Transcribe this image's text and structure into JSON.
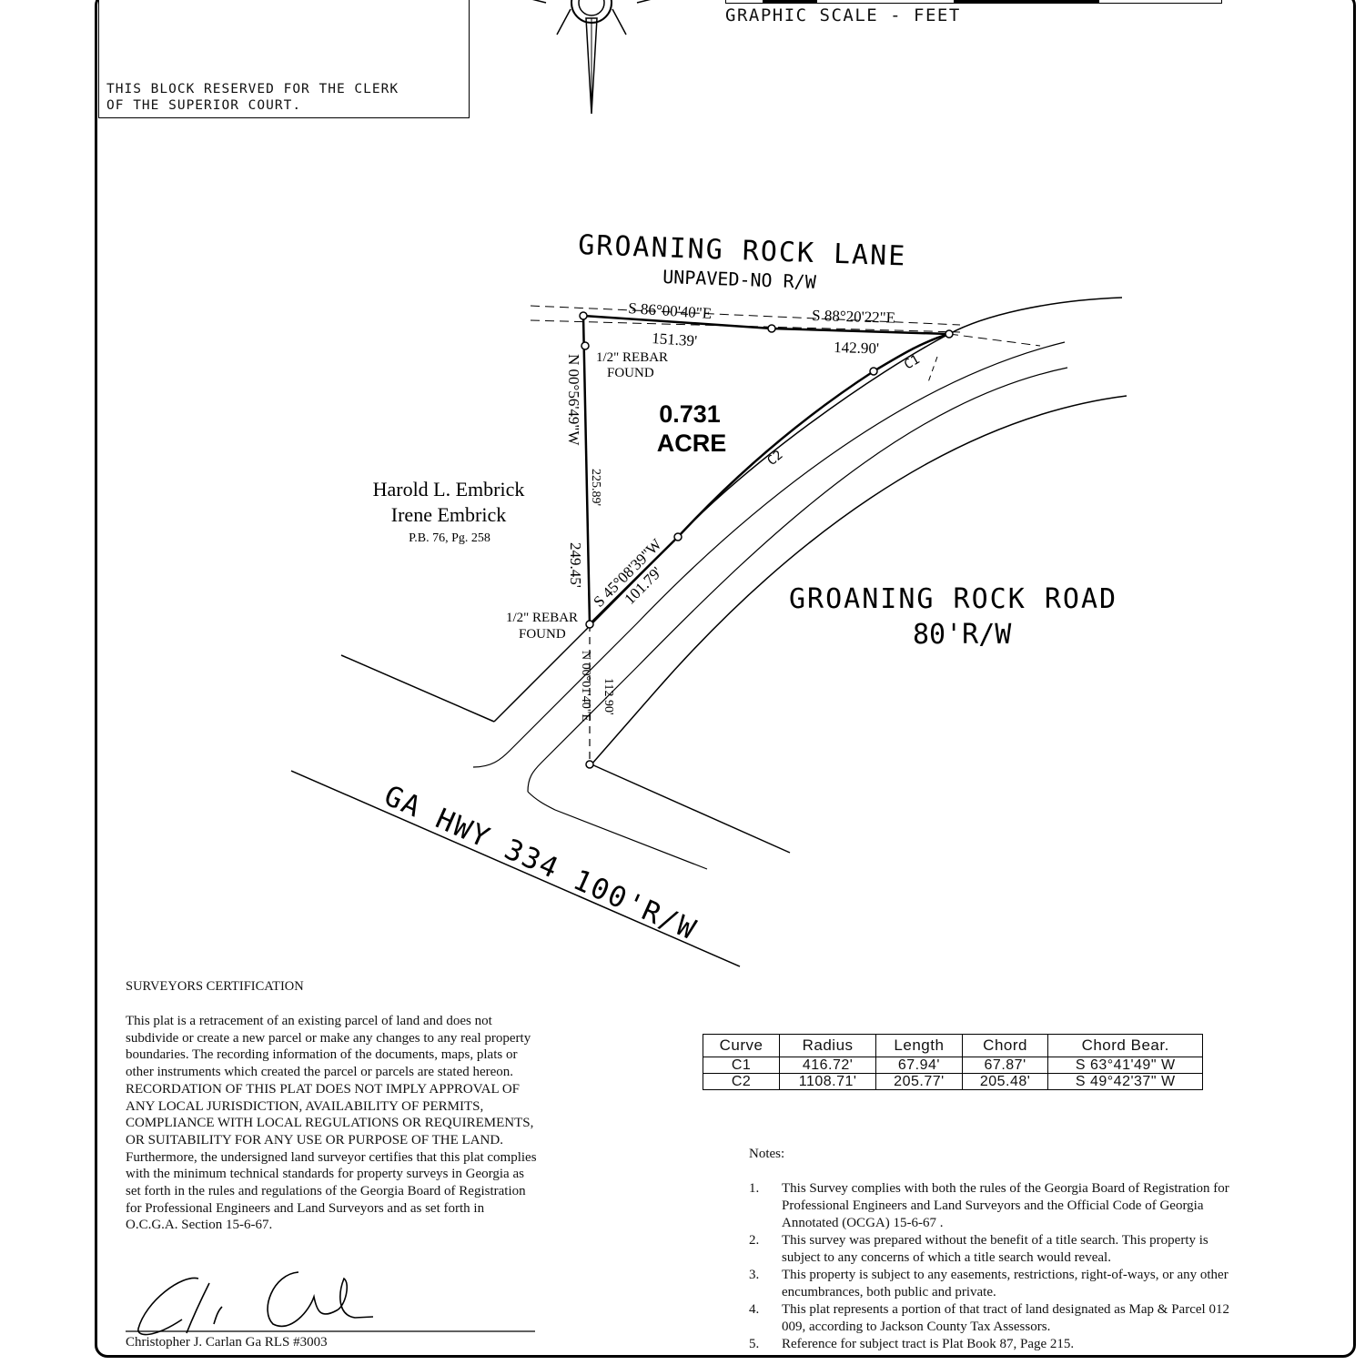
{
  "clerk_block": {
    "line1": "THIS BLOCK RESERVED FOR THE CLERK",
    "line2": "OF THE SUPERIOR COURT."
  },
  "graphic_scale": {
    "label": "GRAPHIC SCALE  -  FEET"
  },
  "plat": {
    "lane_name": "GROANING ROCK LANE",
    "lane_note": "UNPAVED-NO R/W",
    "road_name": "GROANING ROCK ROAD",
    "road_rw": "80'R/W",
    "highway": "GA HWY 334 100'R/W",
    "area_value": "0.731",
    "area_unit": "ACRE",
    "owner1": "Harold L. Embrick",
    "owner2": "Irene Embrick",
    "owner_ref": "P.B. 76, Pg. 258",
    "bearing_north1": "S 86°00'40\"E",
    "dist_north1": "151.39'",
    "bearing_north2": "S 88°20'22\"E",
    "dist_north2": "142.90'",
    "bearing_west": "N 00°56'49\"W",
    "dist_west_seg": "225.89'",
    "dist_west_total": "249.45'",
    "bearing_south": "S 45°08'39\"W",
    "dist_south": "101.79'",
    "bearing_tie": "N 00°01'40\"E",
    "dist_tie": "112.90'",
    "curve1_label": "C1",
    "curve2_label": "C2",
    "rebar_top_1": "1/2\" REBAR",
    "rebar_top_2": "FOUND",
    "rebar_bottom_1": "1/2\" REBAR",
    "rebar_bottom_2": "FOUND"
  },
  "certification": {
    "heading": "SURVEYORS CERTIFICATION",
    "body": "This plat is a retracement of an existing parcel of land and does not subdivide or create a new parcel or make any changes to any real property boundaries.  The recording information of the documents, maps, plats or other instruments which created the parcel or parcels are stated hereon.  RECORDATION OF THIS PLAT DOES NOT IMPLY APPROVAL OF ANY LOCAL JURISDICTION, AVAILABILITY OF PERMITS, COMPLIANCE WITH LOCAL REGULATIONS OR REQUIREMENTS, OR SUITABILITY FOR ANY USE OR PURPOSE OF THE LAND.  Furthermore, the undersigned land surveyor certifies that this plat complies with the minimum technical standards for property surveys in Georgia as set forth in the rules and regulations of the Georgia Board of Registration for Professional Engineers and Land Surveyors and as set forth in O.C.G.A. Section 15-6-67.",
    "signature_name": "Christopher J. Carlan  Ga RLS #3003"
  },
  "curve_table": {
    "headers": [
      "Curve",
      "Radius",
      "Length",
      "Chord",
      "Chord  Bear."
    ],
    "rows": [
      [
        "C1",
        "416.72'",
        "67.94'",
        "67.87'",
        "S  63°41'49\"  W"
      ],
      [
        "C2",
        "1108.71'",
        "205.77'",
        "205.48'",
        "S  49°42'37\"  W"
      ]
    ]
  },
  "notes": {
    "heading": "Notes:",
    "items": [
      {
        "num": "1.",
        "text": "This Survey complies with both the rules of the  Georgia Board of Registration for Professional Engineers and Land Surveyors and the Official Code of Georgia Annotated (OCGA) 15-6-67 ."
      },
      {
        "num": "2.",
        "text": "This survey was prepared without the benefit of a title search.  This property is subject to any concerns of which a title search would reveal."
      },
      {
        "num": "3.",
        "text": "This property is subject to any easements, restrictions, right-of-ways, or any other encumbrances, both public and private."
      },
      {
        "num": "4.",
        "text": "This plat represents a portion of that tract of land designated as Map & Parcel 012 009, according to Jackson County Tax Assessors."
      },
      {
        "num": "5.",
        "text": "Reference for subject tract is Plat Book 87, Page 215."
      }
    ]
  }
}
